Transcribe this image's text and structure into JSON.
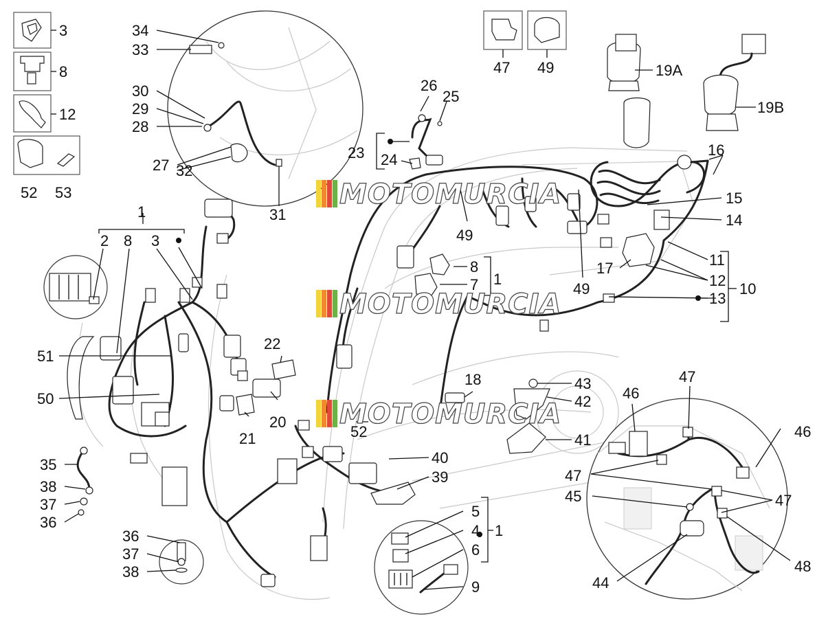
{
  "watermark": "MOTOMURCIA",
  "watermark_stripe_colors": [
    "#f2d338",
    "#f08a2c",
    "#e04a3a",
    "#6cb347"
  ],
  "labels": {
    "l3": "3",
    "l8a": "8",
    "l12a": "12",
    "l52a": "52",
    "l53": "53",
    "l34": "34",
    "l33": "33",
    "l30": "30",
    "l29": "29",
    "l28": "28",
    "l27": "27",
    "l32": "32",
    "l31": "31",
    "l47a": "47",
    "l49a": "49",
    "l19A": "19A",
    "l19B": "19B",
    "l26": "26",
    "l25": "25",
    "l23": "23",
    "l24": "24",
    "l16": "16",
    "l15": "15",
    "l14": "14",
    "l11": "11",
    "l12b": "12",
    "l10": "10",
    "l13": "13",
    "l17": "17",
    "l49b": "49",
    "l49c": "49",
    "l8b": "8",
    "l7": "7",
    "l1b": "1",
    "l1a": "1",
    "l2": "2",
    "l8c": "8",
    "l3b": "3",
    "l51": "51",
    "l50": "50",
    "l22": "22",
    "l20": "20",
    "l21": "21",
    "l52b": "52",
    "l18": "18",
    "l43": "43",
    "l42": "42",
    "l41": "41",
    "l35": "35",
    "l38a": "38",
    "l37a": "37",
    "l36a": "36",
    "l40": "40",
    "l39": "39",
    "l36b": "36",
    "l37b": "37",
    "l38b": "38",
    "l5": "5",
    "l4": "4",
    "l6": "6",
    "l9": "9",
    "l1c": "1",
    "l46a": "46",
    "l47b": "47",
    "l46b": "46",
    "l47c": "47",
    "l45": "45",
    "l47d": "47",
    "l44": "44",
    "l48": "48"
  }
}
